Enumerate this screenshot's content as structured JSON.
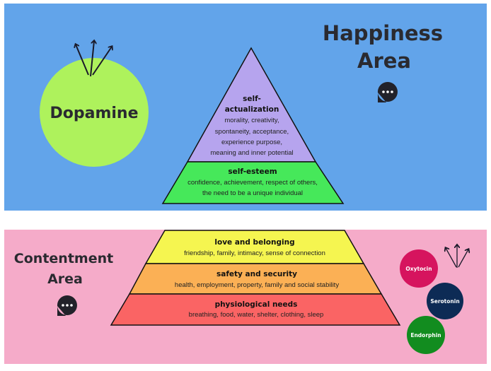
{
  "colors": {
    "happiness_bg": "#62a4ea",
    "contentment_bg": "#f5abc9",
    "dopamine": "#aef25c",
    "self_actualization": "#b6a4ee",
    "self_esteem": "#46e85a",
    "love": "#f5f550",
    "safety": "#fbb055",
    "physiological": "#fa6464",
    "oxytocin": "#d6145e",
    "serotonin": "#0d2b55",
    "endorphin": "#128c1f"
  },
  "happiness": {
    "title_line1": "Happiness",
    "title_line2": "Area",
    "chat_icon": "speech-bubble-ellipsis-icon",
    "dopamine": "Dopamine",
    "pyramid": {
      "self_actualization": {
        "title_line1": "self-",
        "title_line2": "actualization",
        "lines": [
          "morality, creativity,",
          "spontaneity, acceptance,",
          "experience purpose,",
          "meaning and inner potential"
        ]
      },
      "self_esteem": {
        "title": "self-esteem",
        "lines": [
          "confidence, achievement, respect of others,",
          "the need to be a unique individual"
        ]
      }
    }
  },
  "contentment": {
    "title_line1": "Contentment",
    "title_line2": "Area",
    "chat_icon": "speech-bubble-ellipsis-icon",
    "pyramid": {
      "love": {
        "title": "love and belonging",
        "desc": "friendship, family, intimacy, sense of connection"
      },
      "safety": {
        "title": "safety and security",
        "desc": "health, employment, property, family and social stability"
      },
      "physiological": {
        "title": "physiological needs",
        "desc": "breathing, food, water, shelter, clothing, sleep"
      }
    },
    "hormones": [
      "Oxytocin",
      "Serotonin",
      "Endorphin"
    ]
  }
}
